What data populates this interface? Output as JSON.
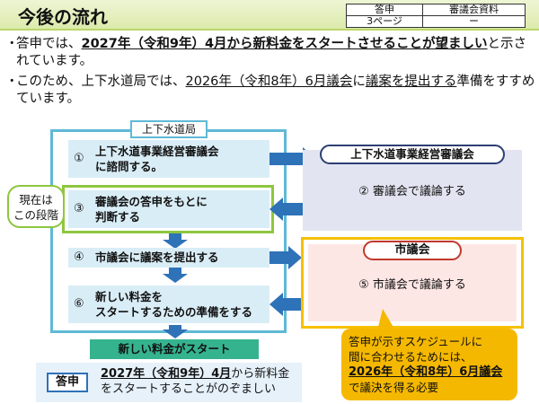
{
  "header": {
    "title": "今後の流れ",
    "meta_table": [
      [
        "答申",
        "審議会資料"
      ],
      [
        "3ページ",
        "ー"
      ]
    ]
  },
  "bullets": [
    {
      "dot": "・",
      "parts": [
        {
          "text": "答申では、",
          "style": "plain"
        },
        {
          "text": "2027年（令和9年）4月から新料金をスタートさせることが望ましい",
          "style": "em"
        },
        {
          "text": "と示されています。",
          "style": "plain"
        }
      ]
    },
    {
      "dot": "・",
      "parts": [
        {
          "text": "このため、上下水道局では、",
          "style": "plain"
        },
        {
          "text": "2026年（令和8年）6月議会",
          "style": "ul"
        },
        {
          "text": "に",
          "style": "plain"
        },
        {
          "text": "議案を提出する",
          "style": "ul"
        },
        {
          "text": "準備をすすめています。",
          "style": "plain"
        }
      ]
    }
  ],
  "bureau": {
    "label": "上下水道局"
  },
  "status_callout": {
    "line1": "現在は",
    "line2": "この段階"
  },
  "steps": {
    "s1": {
      "num": "①",
      "line1": "上下水道事業経営審議会",
      "line2": "に諮問する。"
    },
    "s3": {
      "num": "③",
      "line1": "審議会の答申をもとに",
      "line2": "判断する"
    },
    "s4": {
      "num": "④",
      "line1": "市議会に議案を提出する"
    },
    "s6": {
      "num": "⑥",
      "line1": "新しい料金を",
      "line2": "スタートするための準備をする"
    }
  },
  "council1": {
    "label": "上下水道事業経営審議会",
    "body": "②  審議会で議論する"
  },
  "council2": {
    "label": "市議会",
    "body": "⑤  市議会で議論する"
  },
  "start_banner": "新しい料金がスタート",
  "answer": {
    "tag": "答申",
    "line1_em": "2027年（令和9年）4月",
    "line1_rest": "から新料金",
    "line2": "をスタートすることがのぞましい"
  },
  "note": {
    "line1": "答申が示すスケジュールに",
    "line2": "間に合わせるためには、",
    "line3": "2026年（令和8年）6月議会",
    "line4": "で議決を得る必要"
  },
  "colors": {
    "header_bg": "#dbeaa9",
    "bureau_border": "#5fb9d6",
    "step_bg": "#d9edf6",
    "arrow": "#2e72b8",
    "current_stage": "#8ec63f",
    "council1_bg": "#e2e5f1",
    "council2_frame": "#f6c000",
    "council2_bg": "#fde7e5",
    "start_banner": "#35b38f",
    "note_bg": "#f5b800"
  }
}
